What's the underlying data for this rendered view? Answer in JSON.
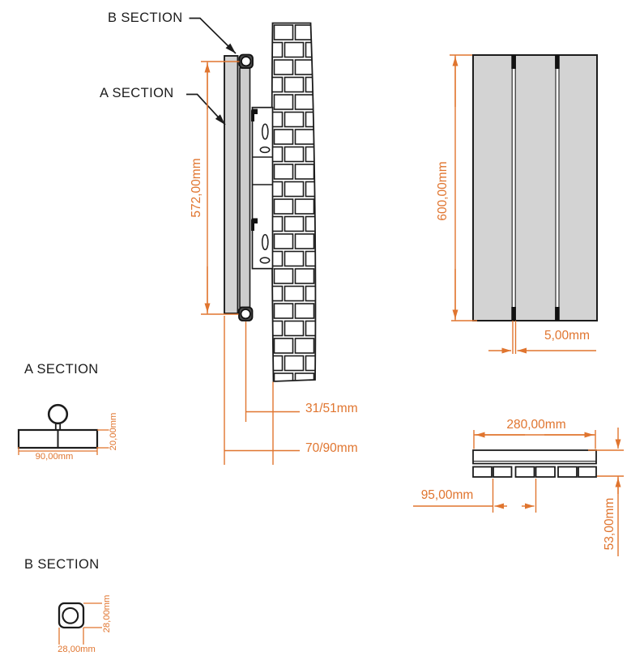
{
  "drawing": {
    "callouts": {
      "b_section": "B SECTION",
      "a_section": "A SECTION"
    },
    "side_view": {
      "height_between_pipes": "572,00mm",
      "pipe_center_to_wall": "31/51mm",
      "panel_face_to_wall": "70/90mm"
    },
    "front_view": {
      "height": "600,00mm",
      "panel_gap": "5,00mm"
    },
    "top_view": {
      "width": "280,00mm",
      "panel_pitch": "95,00mm",
      "depth": "53,00mm"
    },
    "section_a": {
      "heading": "A SECTION",
      "width": "90,00mm",
      "height": "20,00mm"
    },
    "section_b": {
      "heading": "B SECTION",
      "width": "28,00mm",
      "height": "28,00mm"
    },
    "colors": {
      "dimension_orange": "#E0752F",
      "line_black": "#1C1C1C",
      "panel_gray": "#D3D3D3",
      "pipe_gray": "#4A4A4A"
    }
  }
}
